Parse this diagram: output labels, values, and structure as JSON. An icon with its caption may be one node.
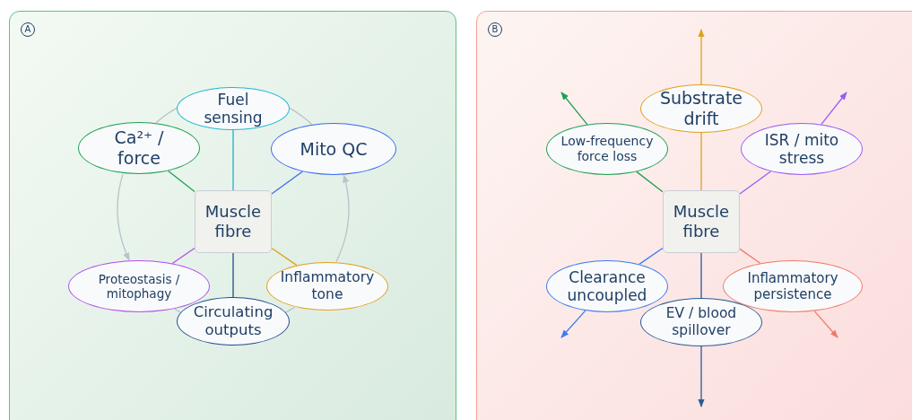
{
  "diagram": {
    "nodes": [
      {
        "text": [
          "A"
        ]
      },
      {
        "text": [
          "Muscle fibre"
        ],
        "in": 0
      },
      {
        "text": [
          "Fuel sensing"
        ],
        "in": 0
      },
      {
        "text": [
          "Ca²⁺ / force"
        ],
        "in": 0
      },
      {
        "text": [
          "Mito QC"
        ],
        "in": 0
      },
      {
        "text": [
          "Proteostasis / mitophagy"
        ],
        "in": 0
      },
      {
        "text": [
          "Inflammatory tone"
        ],
        "in": 0
      },
      {
        "text": [
          "Circulating outputs"
        ],
        "in": 0
      },
      {
        "text": [
          "B"
        ]
      },
      {
        "text": [
          "Muscle fibre"
        ],
        "in": 8
      },
      {
        "text": [
          "Substrate drift"
        ],
        "in": 8
      },
      {
        "text": [
          "Low-frequency force loss"
        ],
        "in": 8
      },
      {
        "text": [
          "ISR / mito stress"
        ],
        "in": 8
      },
      {
        "text": [
          "Clearance uncoupled"
        ],
        "in": 8
      },
      {
        "text": [
          "Inflammatory persistence"
        ],
        "in": 8
      },
      {
        "text": [
          "EV / blood spillover"
        ],
        "in": 8
      }
    ],
    "edges": [
      {
        "from": 1,
        "to": 2,
        "arrow": "none",
        "color": "#22b0c8"
      },
      {
        "from": 1,
        "to": 3,
        "arrow": "none",
        "color": "#1fa055"
      },
      {
        "from": 1,
        "to": 4,
        "arrow": "none",
        "color": "#3b6cf0"
      },
      {
        "from": 1,
        "to": 5,
        "arrow": "none",
        "color": "#b150ec"
      },
      {
        "from": 1,
        "to": 6,
        "arrow": "none",
        "color": "#e0a020"
      },
      {
        "from": 1,
        "to": 7,
        "arrow": "none",
        "color": "#1f4e8c"
      },
      {
        "from": 3,
        "to": 2,
        "arrow": "none",
        "color": "#b8c2cc"
      },
      {
        "from": 2,
        "to": 4,
        "arrow": "none",
        "color": "#b8c2cc"
      },
      {
        "from": 3,
        "to": 5,
        "arrow": "to",
        "color": "#b8c2cc"
      },
      {
        "from": 5,
        "to": 7,
        "arrow": "none",
        "color": "#b8c2cc"
      },
      {
        "from": 7,
        "to": 6,
        "arrow": "none",
        "color": "#b8c2cc"
      },
      {
        "from": 6,
        "to": 4,
        "arrow": "to",
        "color": "#b8c2cc"
      },
      {
        "from": 9,
        "to": 10,
        "arrow": "none",
        "color": "#e0a020"
      },
      {
        "from": 10,
        "to": null,
        "arrow": "to",
        "color": "#e0a020"
      },
      {
        "from": 9,
        "to": 11,
        "arrow": "none",
        "color": "#1fa055"
      },
      {
        "from": 11,
        "to": null,
        "arrow": "to",
        "color": "#1fa055"
      },
      {
        "from": 9,
        "to": 12,
        "arrow": "none",
        "color": "#9a5cf5"
      },
      {
        "from": 12,
        "to": null,
        "arrow": "to",
        "color": "#9a5cf5"
      },
      {
        "from": 9,
        "to": 13,
        "arrow": "none",
        "color": "#3b7cf0"
      },
      {
        "from": 13,
        "to": null,
        "arrow": "to",
        "color": "#3b7cf0"
      },
      {
        "from": 9,
        "to": 14,
        "arrow": "none",
        "color": "#f07a6a"
      },
      {
        "from": 14,
        "to": null,
        "arrow": "to",
        "color": "#f07a6a"
      },
      {
        "from": 9,
        "to": 15,
        "arrow": "none",
        "color": "#2a5a94"
      },
      {
        "from": 15,
        "to": null,
        "arrow": "to",
        "color": "#2a5a94"
      }
    ]
  }
}
